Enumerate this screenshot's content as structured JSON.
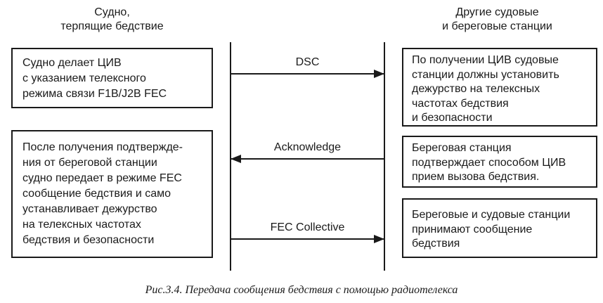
{
  "diagram": {
    "colors": {
      "background": "#ffffff",
      "line": "#1a1a1a",
      "text": "#1a1a1a"
    },
    "left_column": {
      "header": "Судно,\nтерпящие бедствие",
      "boxes": [
        {
          "text": "Судно делает ЦИВ\nс указанием телексного\nрежима связи F1B/J2B FEC"
        },
        {
          "text": "После получения подтвержде-\nния от береговой станции\nсудно передает в режиме FEC\nсообщение бедствия и само\nустанавливает дежурство\nна телексных частотах\nбедствия и безопасности"
        }
      ]
    },
    "right_column": {
      "header": "Другие судовые\nи береговые станции",
      "boxes": [
        {
          "text": "По получении ЦИВ судовые\nстанции должны установить\nдежурство на телексных\nчастотах бедствия\nи безопасности"
        },
        {
          "text": "Береговая станция\nподтверждает способом ЦИВ\nприем вызова бедствия."
        },
        {
          "text": "Береговые и судовые станции\nпринимают сообщение\nбедствия"
        }
      ]
    },
    "arrows": [
      {
        "label": "DSC",
        "direction": "right"
      },
      {
        "label": "Acknowledge",
        "direction": "left"
      },
      {
        "label": "FEC Collective",
        "direction": "right"
      }
    ],
    "caption": "Рис.3.4. Передача сообщения бедствия с помощью радиотелекса"
  }
}
